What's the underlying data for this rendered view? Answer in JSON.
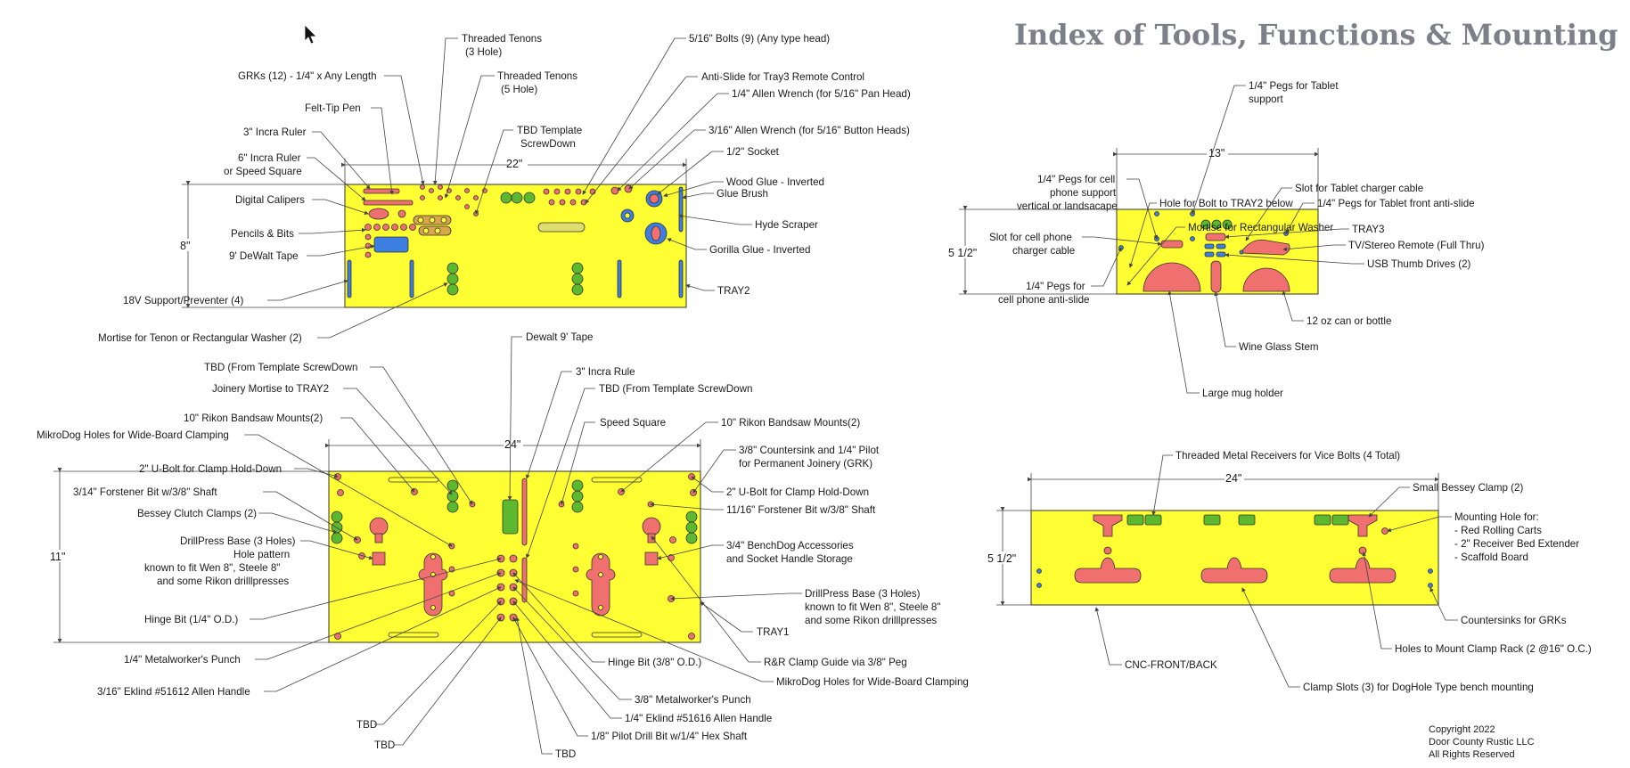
{
  "title": "Index of Tools, Functions & Mounting",
  "copyright": [
    "Copyright 2022",
    "Door County Rustic LLC",
    "All Rights Reserved"
  ],
  "colors": {
    "board": "#ffff33",
    "tool_red": "#f07070",
    "tool_green": "#5cb82e",
    "tool_blue": "#3d7fe0",
    "title": "#7d8088"
  },
  "tray2": {
    "name": "TRAY2",
    "width_dim": "22\"",
    "height_dim": "8\"",
    "labels": [
      "Threaded Tenons",
      "(3 Hole)",
      "5/16\" Bolts (9) (Any type head)",
      "GRKs (12) - 1/4\" x Any Length",
      "Threaded Tenons",
      "(5 Hole)",
      "Anti-Slide for Tray3 Remote Control",
      "Felt-Tip Pen",
      "1/4\" Allen Wrench (for 5/16\" Pan Head)",
      "TBD Template",
      "ScrewDown",
      "3\" Incra Ruler",
      "3/16\" Allen Wrench (for 5/16\" Button Heads)",
      "6\" Incra Ruler",
      "or Speed Square",
      "1/2\" Socket",
      "Wood Glue - Inverted",
      "Glue Brush",
      "Digital Calipers",
      "Hyde Scraper",
      "Pencils & Bits",
      "Gorilla Glue - Inverted",
      "9' DeWalt Tape",
      "18V Support/Preventer (4)",
      "Mortise for Tenon or Rectangular Washer (2)"
    ]
  },
  "tray1": {
    "name": "TRAY1",
    "width_dim": "24\"",
    "height_dim": "11\"",
    "labels": [
      "Dewalt 9' Tape",
      "TBD (From Template ScrewDown",
      "3\" Incra Rule",
      "Joinery Mortise to TRAY2",
      "TBD (From Template ScrewDown",
      "10\" Rikon Bandsaw Mounts(2)",
      "Speed Square",
      "10\" Rikon Bandsaw Mounts(2)",
      "MikroDog Holes for Wide-Board Clamping",
      "3/8\" Countersink and 1/4\" Pilot",
      "for Permanent Joinery (GRK)",
      "2\" U-Bolt for Clamp Hold-Down",
      "3/14\" Forstener Bit w/3/8\" Shaft",
      "2\" U-Bolt for Clamp Hold-Down",
      "11/16\" Forstener Bit w/3/8\" Shaft",
      "Bessey Clutch Clamps (2)",
      "DrillPress Base (3 Holes)",
      "Hole pattern",
      "known to fit Wen 8\", Steele 8\"",
      "and some Rikon drilllpresses",
      "3/4\" BenchDog Accessories",
      "and Socket Handle Storage",
      "DrillPress Base (3 Holes)",
      "known to fit Wen 8\", Steele 8\"",
      "and some Rikon drilllpresses",
      "Hinge Bit (1/4\" O.D.)",
      "1/4\" Metalworker's Punch",
      "Hinge Bit (3/8\" O.D.)",
      "R&R Clamp Guide via 3/8\" Peg",
      "MikroDog Holes for Wide-Board Clamping",
      "3/16\" Eklind #51612 Allen Handle",
      "3/8\" Metalworker's Punch",
      "1/4\" Eklind #51616 Allen Handle",
      "TBD",
      "1/8\" Pilot Drill Bit w/1/4\" Hex Shaft",
      "TBD",
      "TBD"
    ]
  },
  "tray3": {
    "name": "TRAY3",
    "width_dim": "13\"",
    "height_dim": "5 1/2\"",
    "labels": [
      "1/4\" Pegs for Tablet",
      "support",
      "Slot for Tablet charger cable",
      "1/4\" Pegs for cell",
      "phone support",
      "vertical or landsacape",
      "Hole for Bolt to TRAY2 below",
      "1/4\" Pegs for Tablet front anti-slide",
      "Mortise for Rectangular Washer",
      "Slot for cell phone",
      "charger cable",
      "TV/Stereo Remote (Full Thru)",
      "USB Thumb Drives (2)",
      "1/4\" Pegs for",
      "cell phone anti-slide",
      "12 oz can or bottle",
      "Wine Glass Stem",
      "Large mug holder"
    ]
  },
  "cnc": {
    "name": "CNC-FRONT/BACK",
    "width_dim": "24\"",
    "height_dim": "5 1/2\"",
    "labels": [
      "Threaded Metal Receivers for Vice Bolts (4 Total)",
      "Small Bessey Clamp (2)",
      "Mounting Hole for:",
      "- Red Rolling Carts",
      "- 2\" Receiver Bed Extender",
      "- Scaffold Board",
      "Countersinks for GRKs",
      "Holes to Mount Clamp Rack (2  @16\" O.C.)",
      "Clamp Slots (3) for DogHole Type bench mounting"
    ]
  }
}
